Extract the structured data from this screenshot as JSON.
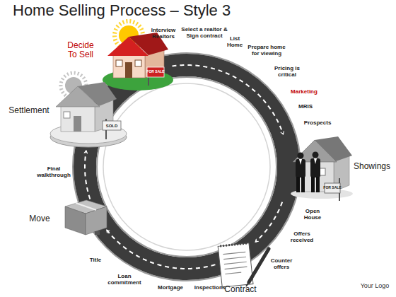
{
  "diagram": {
    "title": "Home Selling Process – Style 3",
    "nodes": [
      {
        "text": [
          "Decide To Sell"
        ]
      },
      {
        "text": [
          "Showings"
        ]
      },
      {
        "text": [
          "Contract"
        ]
      },
      {
        "text": [
          "Move"
        ]
      },
      {
        "text": [
          "Settlement"
        ]
      }
    ],
    "edges": [
      {
        "from": 0,
        "to": 1,
        "arrow": "to"
      },
      {
        "from": 1,
        "to": 2,
        "arrow": "to"
      },
      {
        "from": 2,
        "to": 3,
        "arrow": "to"
      },
      {
        "from": 3,
        "to": 4,
        "arrow": "to"
      }
    ],
    "labels": [
      "Interview Realtors",
      "Select a realtor & Sign contract",
      "List Home",
      "Prepare home for viewing",
      "Pricing is critical",
      "Marketing",
      "MRIS",
      "Prospects",
      "Open House",
      "Offers received",
      "Counter offers",
      "Inspections",
      "Mortgage",
      "Loan commitment",
      "Title",
      "Final walkthrough",
      "Your Logo",
      "FOR SALE",
      "SOLD",
      "FOR SALE"
    ]
  }
}
